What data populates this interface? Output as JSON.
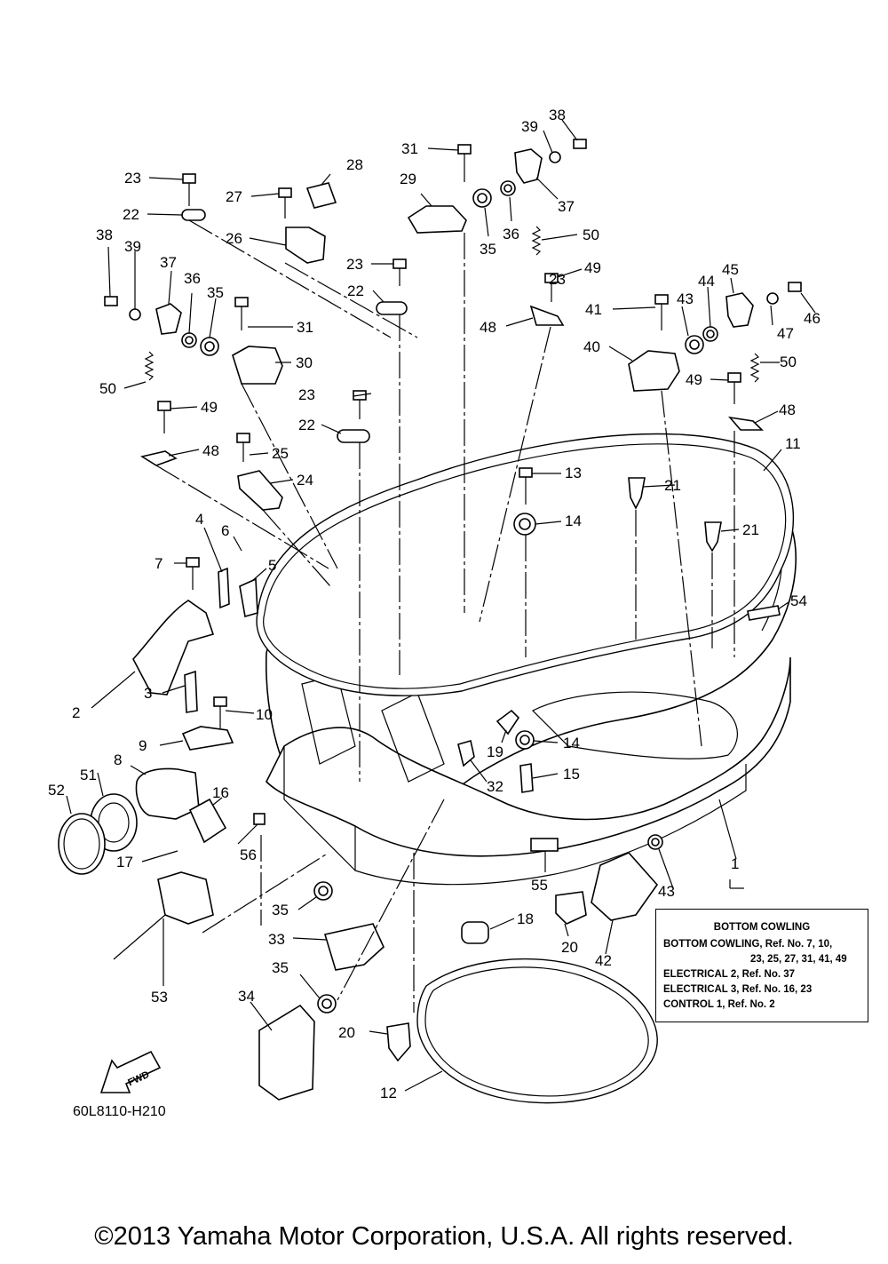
{
  "diagram": {
    "callouts": [
      "1",
      "2",
      "3",
      "4",
      "5",
      "6",
      "7",
      "8",
      "9",
      "10",
      "11",
      "12",
      "13",
      "14",
      "14",
      "15",
      "16",
      "17",
      "18",
      "19",
      "20",
      "20",
      "21",
      "21",
      "22",
      "22",
      "22",
      "23",
      "23",
      "23",
      "23",
      "24",
      "25",
      "26",
      "27",
      "28",
      "29",
      "30",
      "31",
      "31",
      "32",
      "33",
      "34",
      "35",
      "35",
      "35",
      "35",
      "36",
      "36",
      "37",
      "37",
      "38",
      "38",
      "39",
      "39",
      "40",
      "41",
      "42",
      "43",
      "43",
      "44",
      "45",
      "46",
      "47",
      "48",
      "48",
      "48",
      "49",
      "49",
      "49",
      "50",
      "50",
      "50",
      "51",
      "52",
      "53",
      "54",
      "55",
      "56"
    ],
    "fwd_label": "FWD",
    "diagram_code": "60L8110-H210"
  },
  "ref_box": {
    "title": "BOTTOM COWLING",
    "lines": [
      "BOTTOM COWLING,  Ref. No. 7, 10,",
      "23, 25, 27, 31, 41, 49",
      "ELECTRICAL 2,  Ref. No. 37",
      "ELECTRICAL 3,  Ref. No. 16, 23",
      "CONTROL 1,  Ref. No. 2"
    ]
  },
  "footer": {
    "copyright": "©2013 Yamaha Motor Corporation, U.S.A. All rights reserved."
  }
}
